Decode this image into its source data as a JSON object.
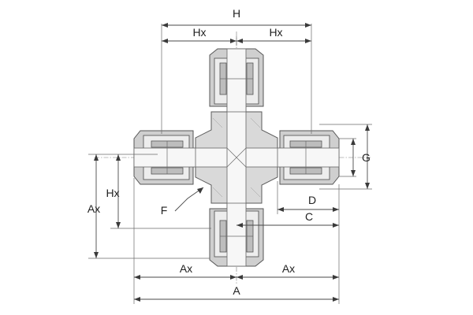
{
  "diagram": {
    "labels": {
      "H": "H",
      "Hx_top_left": "Hx",
      "Hx_top_right": "Hx",
      "G": "G",
      "D": "D",
      "C": "C",
      "F": "F",
      "Hx_left": "Hx",
      "Ax_left": "Ax",
      "Ax_bottom_left": "Ax",
      "Ax_bottom_right": "Ax",
      "A": "A"
    }
  }
}
